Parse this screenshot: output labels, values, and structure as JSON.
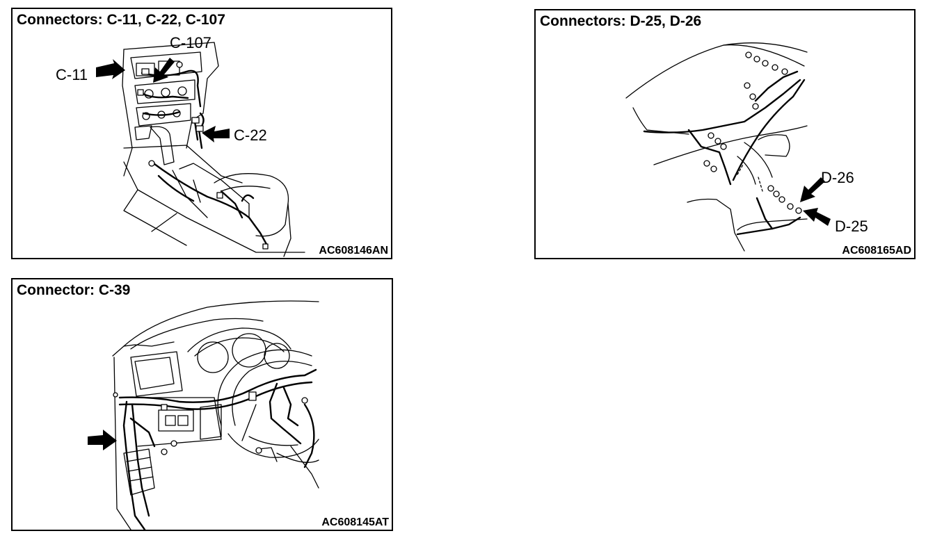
{
  "panels": [
    {
      "title": "Connectors: C-11, C-22, C-107",
      "code": "AC608146AN",
      "callouts": [
        "C-11",
        "C-107",
        "C-22"
      ]
    },
    {
      "title": "Connectors: D-25, D-26",
      "code": "AC608165AD",
      "callouts": [
        "D-26",
        "D-25"
      ]
    },
    {
      "title": "Connector: C-39",
      "code": "AC608145AT",
      "callouts": []
    }
  ]
}
